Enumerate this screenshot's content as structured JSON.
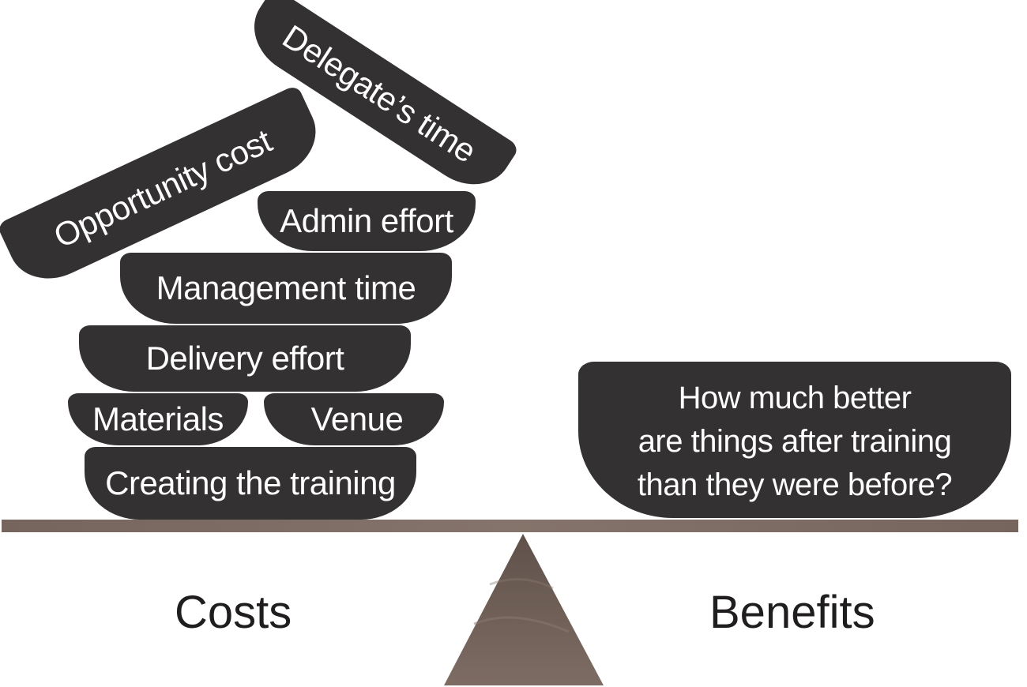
{
  "cost_blocks": {
    "delegates_time": "Delegate’s time",
    "opportunity_cost": "Opportunity cost",
    "admin_effort": "Admin effort",
    "management_time": "Management time",
    "delivery_effort": "Delivery effort",
    "materials": "Materials",
    "venue": "Venue",
    "creating_training": "Creating the training"
  },
  "benefit_block": {
    "line1": "How much better",
    "line2": "are things after training",
    "line3": "than they were before?"
  },
  "labels": {
    "costs": "Costs",
    "benefits": "Benefits"
  },
  "colors": {
    "block": "#333132",
    "beam": "#7a6a62",
    "fulcrum": "#6e5e56",
    "label_text": "#1f1d1e"
  }
}
